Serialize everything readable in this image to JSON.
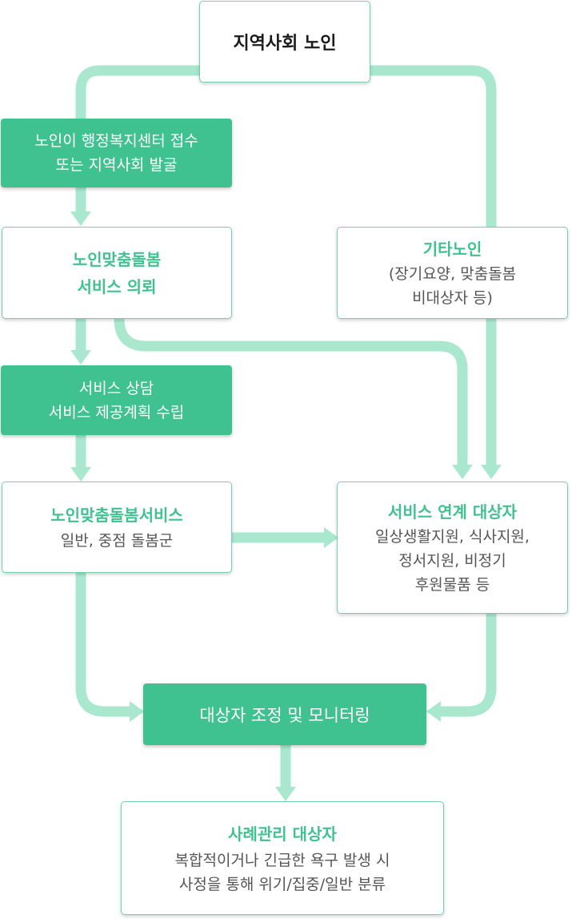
{
  "nodes": {
    "top": {
      "title": "지역사회 노인"
    },
    "intake": {
      "lines": [
        "노인이 행정복지센터 접수",
        "또는 지역사회 발굴"
      ]
    },
    "request": {
      "lines": [
        "노인맞춤돌봄",
        "서비스 의뢰"
      ]
    },
    "other": {
      "title": "기타노인",
      "lines": [
        "(장기요양, 맞춤돌봄",
        "비대상자 등)"
      ]
    },
    "consult": {
      "lines": [
        "서비스 상담",
        "서비스 제공계획 수립"
      ]
    },
    "care_service": {
      "title": "노인맞춤돌봄서비스",
      "lines": [
        "일반, 중점 돌봄군"
      ]
    },
    "linked": {
      "title": "서비스 연계 대상자",
      "lines": [
        "일상생활지원, 식사지원,",
        "정서지원, 비정기",
        "후원물품 등"
      ]
    },
    "monitoring": {
      "title": "대상자 조정 및 모니터링"
    },
    "case_mgmt": {
      "title": "사례관리 대상자",
      "lines": [
        "복합적이거나 긴급한 욕구 발생 시",
        "사정을 통해 위기/집중/일반 분류"
      ]
    }
  },
  "colors": {
    "accent": "#3fc190",
    "connector": "#a9e8cf",
    "outline_border": "#74d1ab",
    "body_text": "#555555",
    "title_text": "#1b1b1b"
  }
}
